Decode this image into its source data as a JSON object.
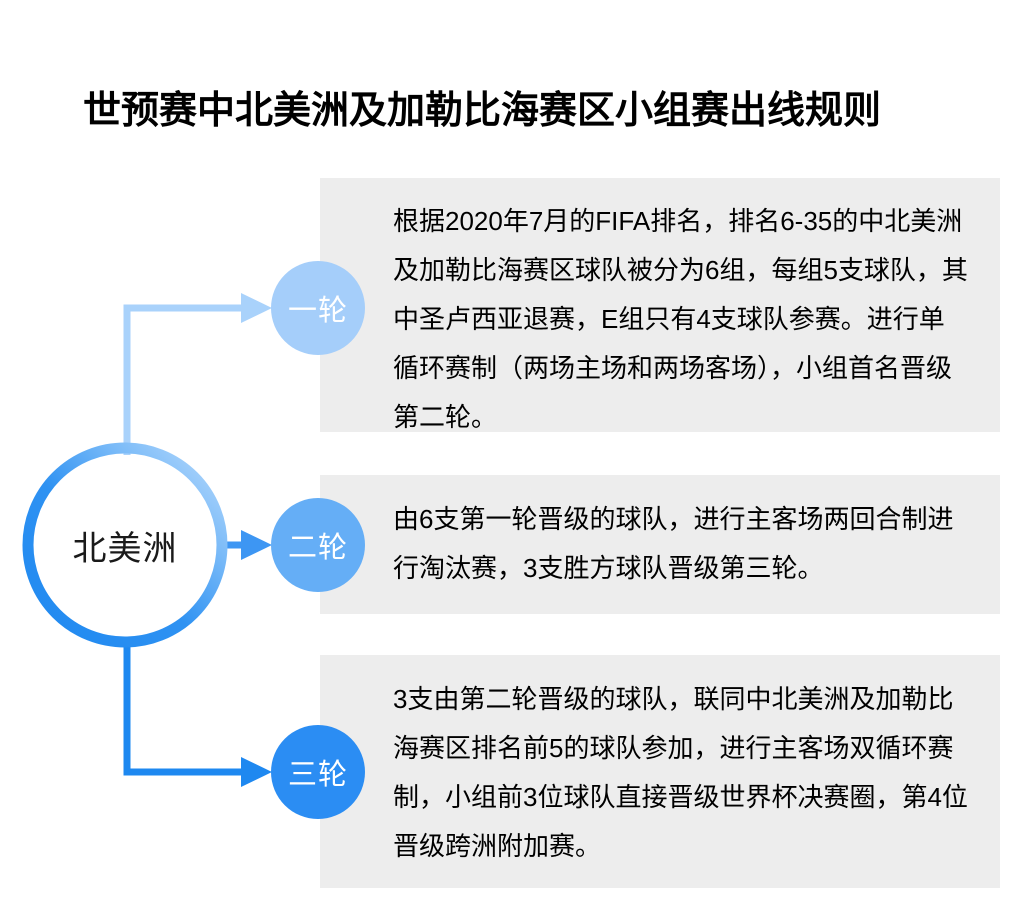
{
  "title": "世预赛中北美洲及加勒比海赛区小组赛出线规则",
  "hub": {
    "label": "北美洲",
    "ring_color_dark": "#1E88F0",
    "ring_color_light": "#A9D2FB"
  },
  "colors": {
    "panel_background": "#ededed",
    "page_background": "#ffffff",
    "text": "#000000",
    "round1": "#A5CEFA",
    "round2": "#65AEF6",
    "round3": "#2B8DF3"
  },
  "rounds": [
    {
      "badge": "一轮",
      "badge_color": "#A5CEFA",
      "connector_color": "#A9D2FB",
      "description": "根据2020年7月的FIFA排名，排名6-35的中北美洲及加勒比海赛区球队被分为6组，每组5支球队，其中圣卢西亚退赛，E组只有4支球队参赛。进行单循环赛制（两场主场和两场客场），小组首名晋级第二轮。"
    },
    {
      "badge": "二轮",
      "badge_color": "#65AEF6",
      "connector_color": "#3D96F3",
      "description": "由6支第一轮晋级的球队，进行主客场两回合制进行淘汰赛，3支胜方球队晋级第三轮。"
    },
    {
      "badge": "三轮",
      "badge_color": "#2B8DF3",
      "connector_color": "#1E88F0",
      "description": "3支由第二轮晋级的球队，联同中北美洲及加勒比海赛区排名前5的球队参加，进行主客场双循环赛制，小组前3位球队直接晋级世界杯决赛圈，第4位晋级跨洲附加赛。"
    }
  ]
}
